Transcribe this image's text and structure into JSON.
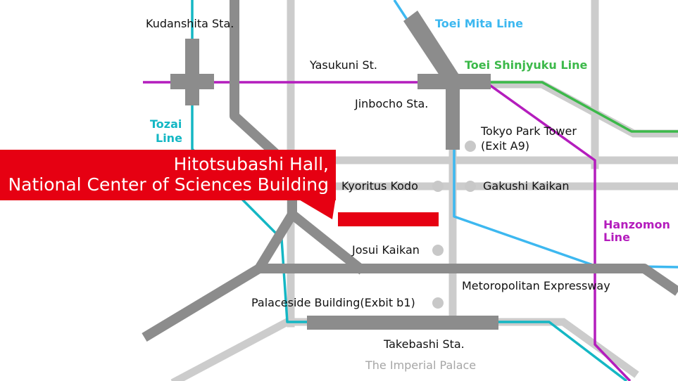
{
  "venue": {
    "name_line1": "Hitotsubashi Hall,",
    "name_line2": "National Center of Sciences Building"
  },
  "stations": {
    "kudanshita": "Kudanshita Sta.",
    "jinbocho": "Jinbocho Sta.",
    "takebashi": "Takebashi Sta."
  },
  "streets": {
    "yasukuni": "Yasukuni St.",
    "expressway": "Metoropolitan Expressway",
    "imperial_palace": "The Imperial Palace"
  },
  "lines": {
    "mita": "Toei Mita Line",
    "shinjyuku": "Toei Shinjyuku Line",
    "tozai_1": "Tozai",
    "tozai_2": "Line",
    "hanzomon_1": "Hanzomon",
    "hanzomon_2": "Line"
  },
  "landmarks": {
    "tokyo_park_tower_1": "Tokyo Park Tower",
    "tokyo_park_tower_2": "(Exit A9)",
    "kyoritus_kodo": "Kyoritus Kodo",
    "gakushi_kaikan": "Gakushi Kaikan",
    "josui_kaikan": "Josui Kaikan",
    "palaceside": "Palaceside Building(Exbit b1)"
  },
  "colors": {
    "venue_red": "#e60012",
    "mita_blue": "#3db8f0",
    "shinjyuku_green": "#3cb94a",
    "tozai_teal": "#14b7c4",
    "hanzomon_purple": "#b41dbd",
    "road_gray": "#cccccc",
    "expressway_gray": "#8c8c8c",
    "landmark_dot": "#c8c8c8"
  }
}
